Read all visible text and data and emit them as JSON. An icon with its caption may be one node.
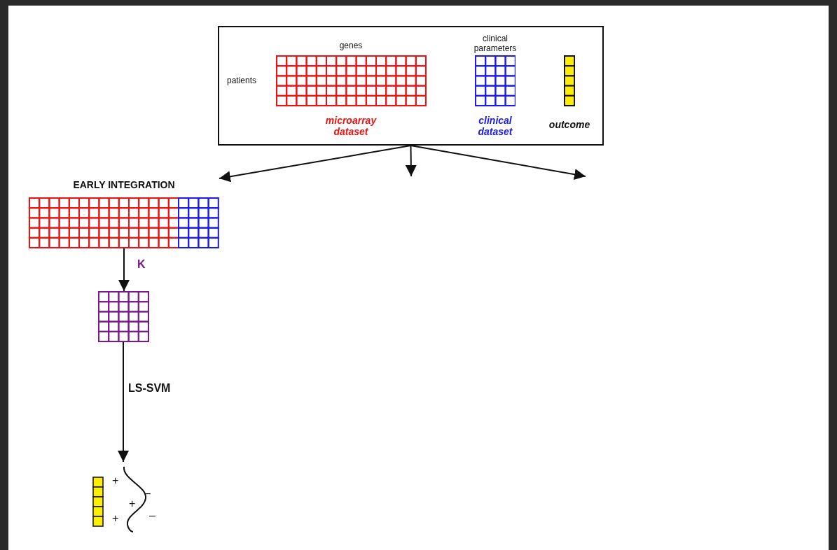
{
  "diagram": {
    "nodes": [
      {
        "text": [],
        "shape": "box"
      },
      {
        "text": [
          "genes",
          "microarray dataset"
        ],
        "in": 0
      },
      {
        "text": [
          "clinical parameters",
          "clinical dataset"
        ],
        "in": 0
      },
      {
        "text": [
          "outcome"
        ],
        "in": 0
      },
      {
        "text": [
          "EARLY INTEGRATION"
        ]
      },
      {
        "text": [],
        "shape": "grid"
      },
      {
        "text": [],
        "shape": "picture"
      }
    ],
    "edges": [
      {
        "from": 0,
        "to": 4,
        "arrow": "to"
      },
      {
        "from": 0,
        "to": null,
        "arrow": "to"
      },
      {
        "from": 0,
        "to": null,
        "arrow": "to"
      },
      {
        "from": 4,
        "to": 5,
        "arrow": "to",
        "label": "K"
      },
      {
        "from": 5,
        "to": 6,
        "arrow": "to",
        "label": "LS-SVM"
      }
    ],
    "labels": [
      "patients",
      "+",
      "+",
      "+",
      "–",
      "–"
    ]
  }
}
